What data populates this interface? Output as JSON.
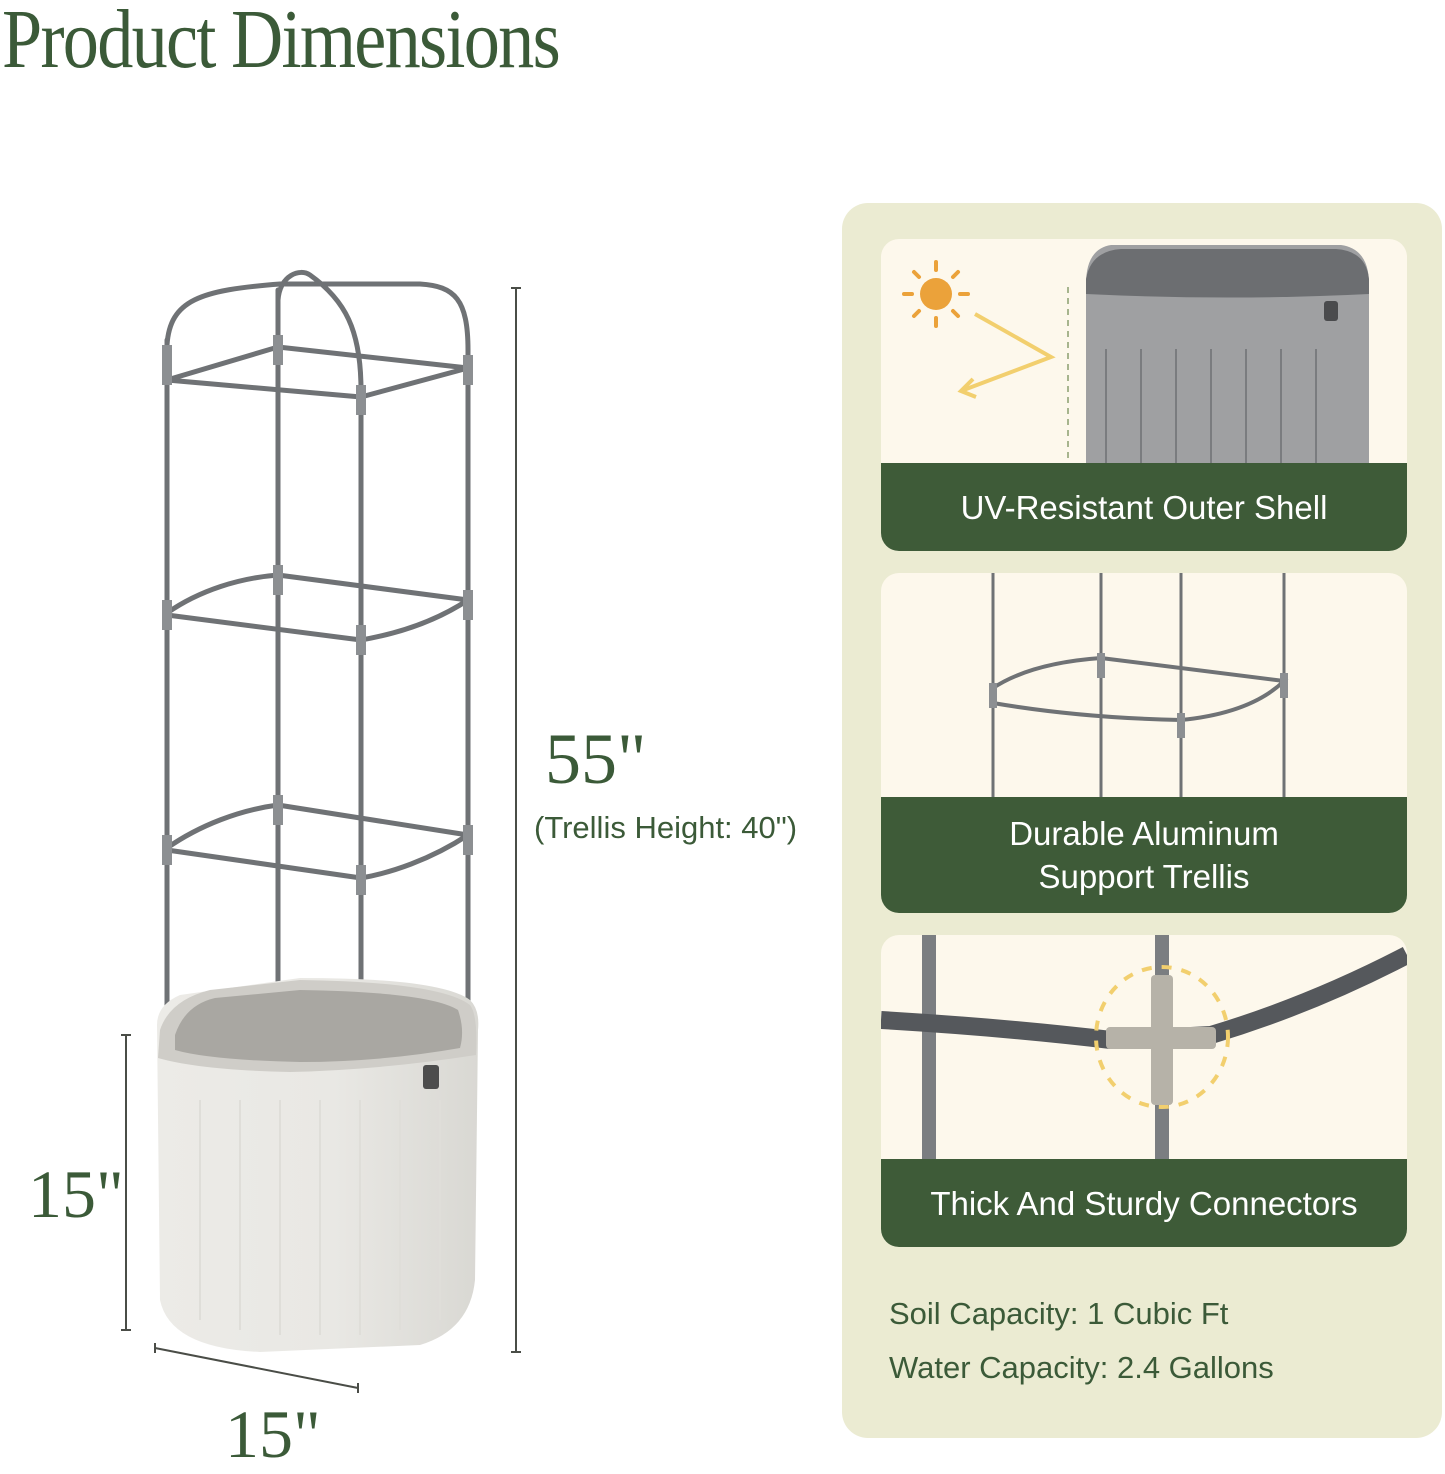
{
  "page": {
    "title": "Product Dimensions"
  },
  "dimensions": {
    "total_height": "55\"",
    "trellis_height_note": "(Trellis Height: 40\")",
    "planter_height": "15\"",
    "planter_width": "15\""
  },
  "features": [
    {
      "label": "UV-Resistant Outer Shell",
      "icon": "sun-icon",
      "image": "planter-shell-illustration"
    },
    {
      "label_line1": "Durable Aluminum",
      "label_line2": "Support Trellis",
      "image": "trellis-ring-illustration"
    },
    {
      "label": "Thick And Sturdy Connectors",
      "image": "connector-closeup-illustration"
    }
  ],
  "specs": [
    {
      "text": "Soil Capacity: 1 Cubic Ft"
    },
    {
      "text": "Water Capacity: 2.4 Gallons"
    }
  ],
  "colors": {
    "brand_green": "#3e5b38",
    "panel_bg": "#ebebd2",
    "card_bg": "#fdf8ec",
    "sun_orange": "#eba23a",
    "ray_yellow": "#f2cf6e"
  }
}
